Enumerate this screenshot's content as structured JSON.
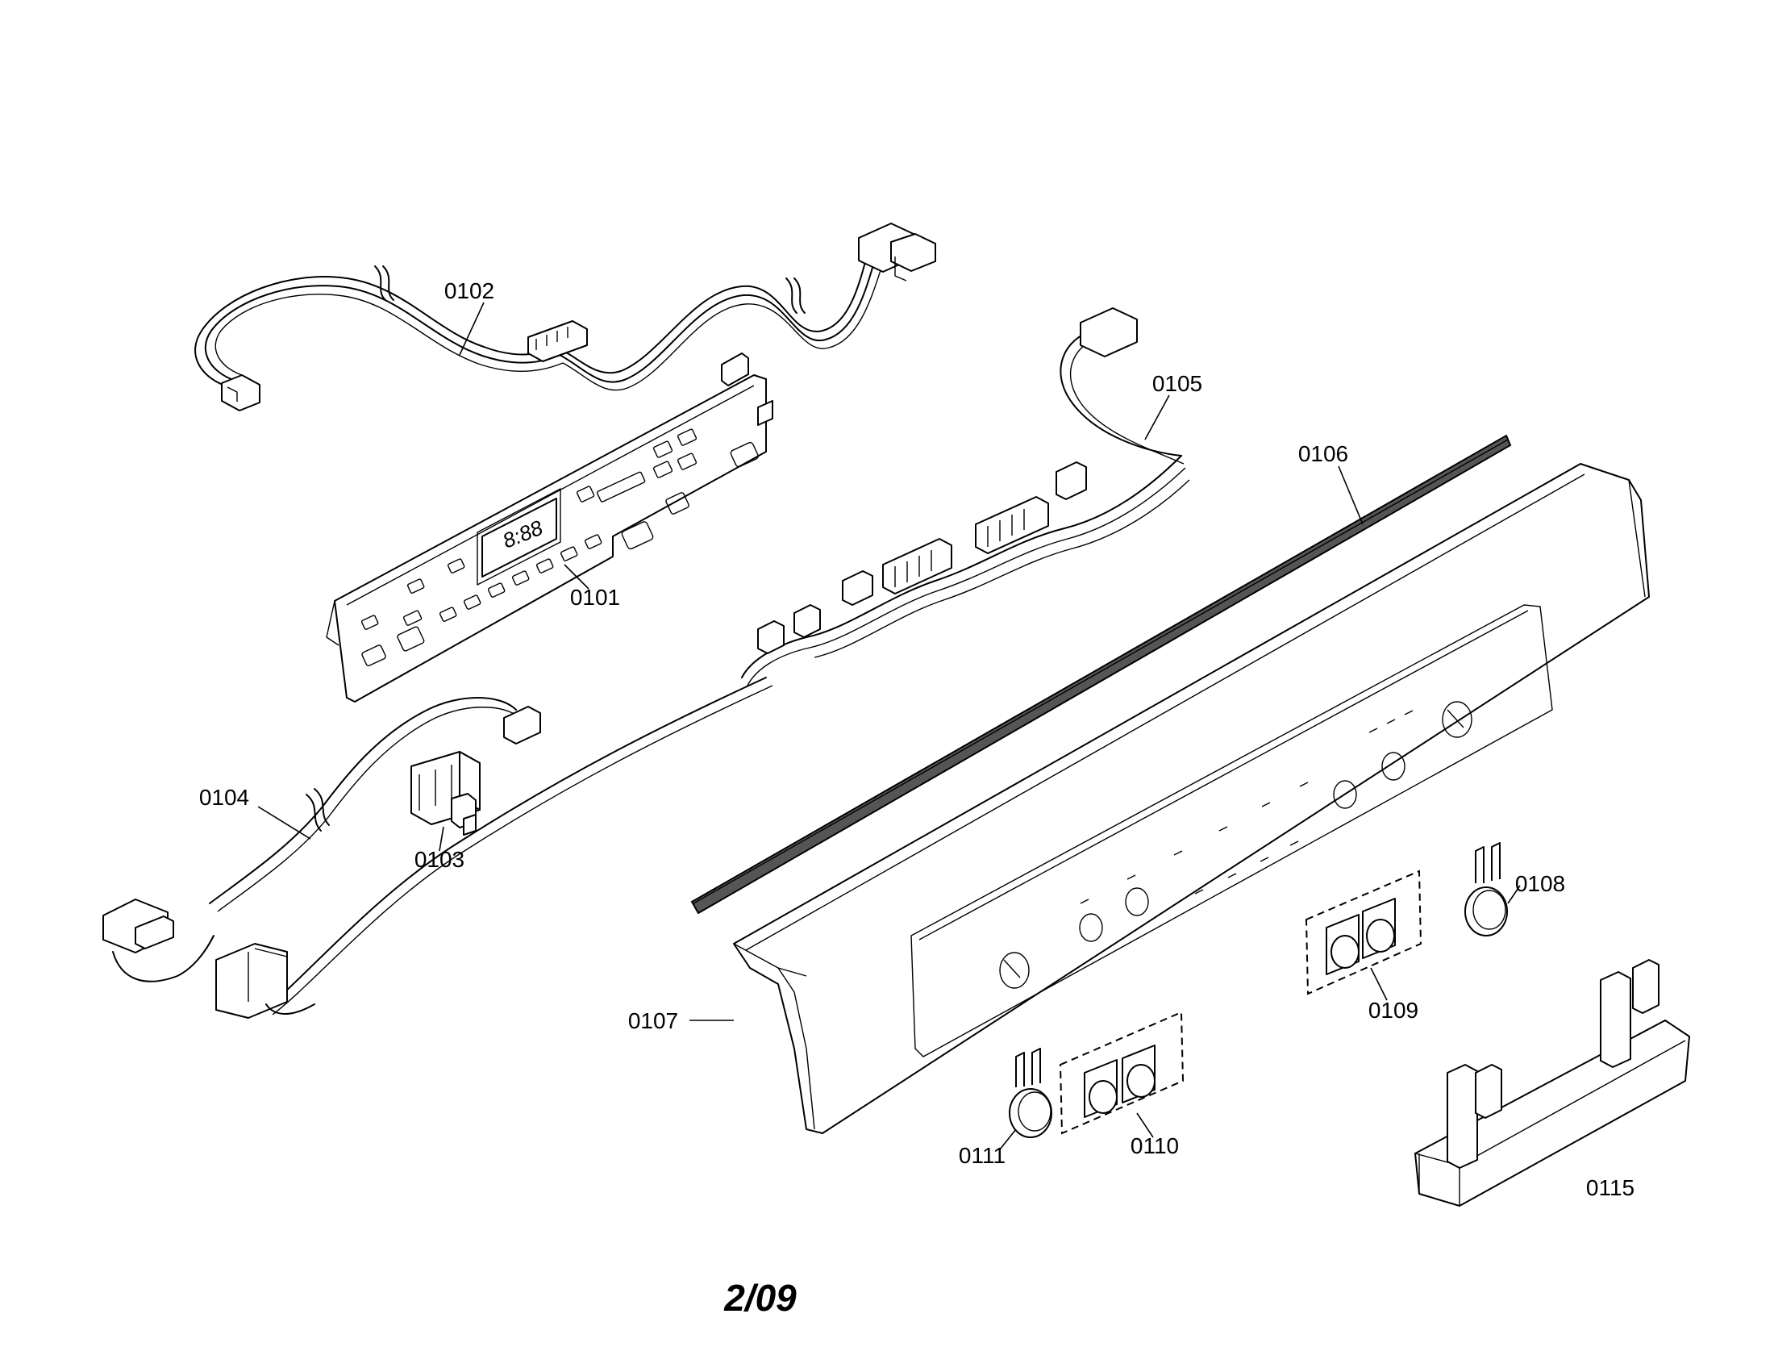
{
  "diagram": {
    "page_number": "2/09",
    "parts": [
      {
        "id": "p0101",
        "label": "0101"
      },
      {
        "id": "p0102",
        "label": "0102"
      },
      {
        "id": "p0103",
        "label": "0103"
      },
      {
        "id": "p0104",
        "label": "0104"
      },
      {
        "id": "p0105",
        "label": "0105"
      },
      {
        "id": "p0106",
        "label": "0106"
      },
      {
        "id": "p0107",
        "label": "0107"
      },
      {
        "id": "p0108",
        "label": "0108"
      },
      {
        "id": "p0109",
        "label": "0109"
      },
      {
        "id": "p0110",
        "label": "0110"
      },
      {
        "id": "p0111",
        "label": "0111"
      },
      {
        "id": "p0115",
        "label": "0115"
      }
    ],
    "display_readout": "8:88"
  }
}
